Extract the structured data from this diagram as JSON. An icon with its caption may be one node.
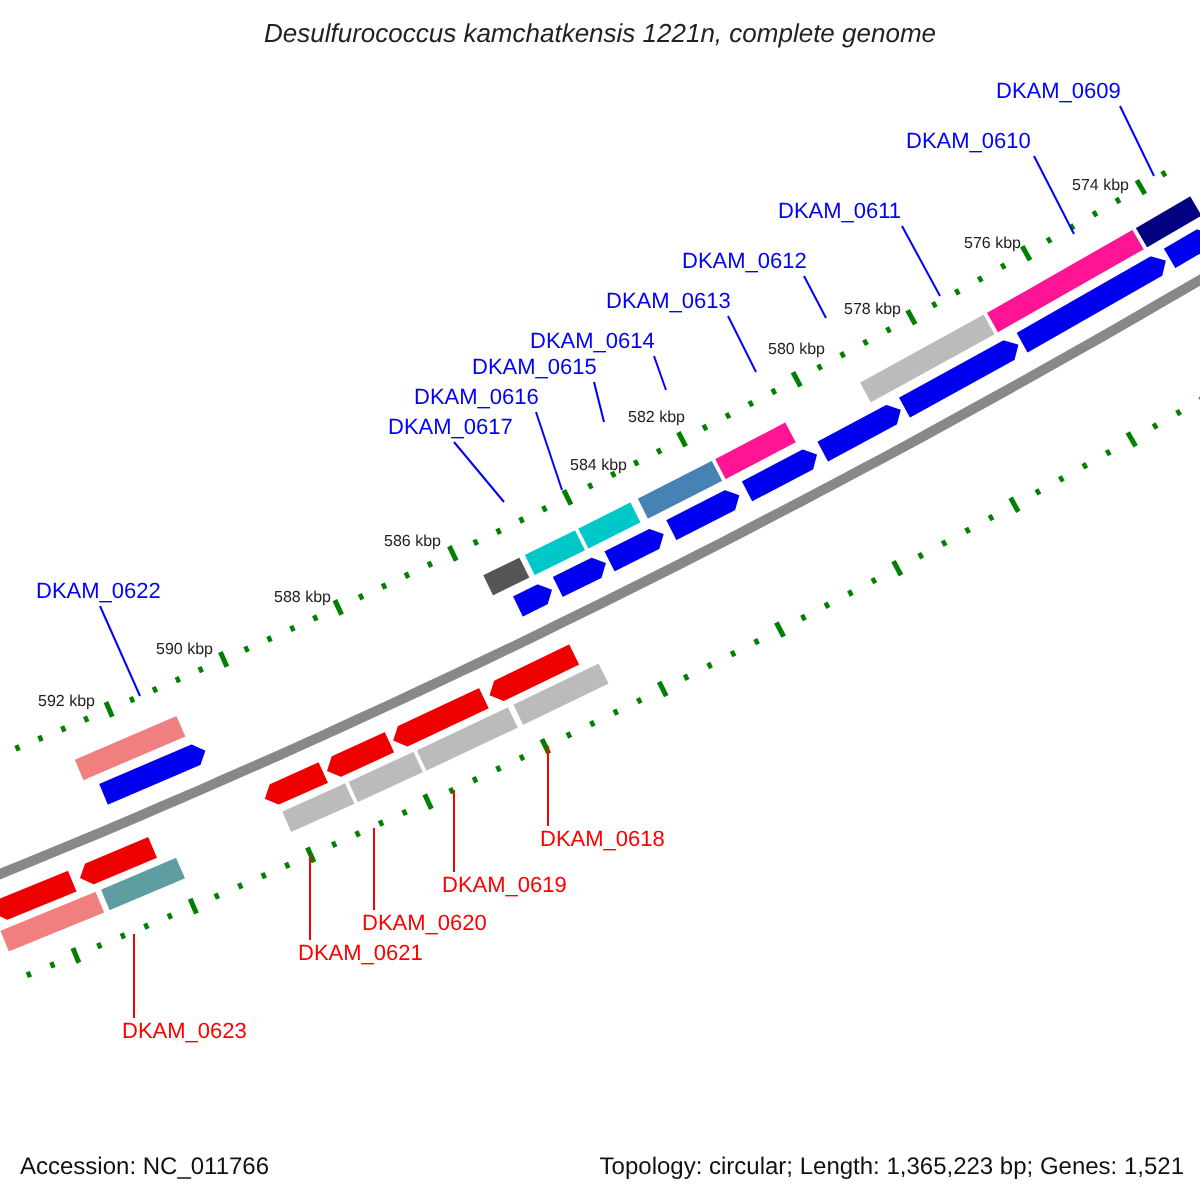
{
  "diagram": {
    "title": "Desulfurococcus kamchatkensis 1221n, complete genome",
    "nodes": [
      {
        "text": [
          "DKAM_0609"
        ]
      },
      {
        "text": [
          "DKAM_0610"
        ]
      },
      {
        "text": [
          "DKAM_0611"
        ]
      },
      {
        "text": [
          "DKAM_0612"
        ]
      },
      {
        "text": [
          "DKAM_0613"
        ]
      },
      {
        "text": [
          "DKAM_0614"
        ]
      },
      {
        "text": [
          "DKAM_0615"
        ]
      },
      {
        "text": [
          "DKAM_0616"
        ]
      },
      {
        "text": [
          "DKAM_0617"
        ]
      },
      {
        "text": [
          "DKAM_0622"
        ]
      },
      {
        "text": [
          "DKAM_0618"
        ]
      },
      {
        "text": [
          "DKAM_0619"
        ]
      },
      {
        "text": [
          "DKAM_0620"
        ]
      },
      {
        "text": [
          "DKAM_0621"
        ]
      },
      {
        "text": [
          "DKAM_0623"
        ]
      }
    ],
    "edges": [
      {
        "from": 0,
        "to": null,
        "arrow": "none"
      },
      {
        "from": 1,
        "to": null,
        "arrow": "none"
      },
      {
        "from": 2,
        "to": null,
        "arrow": "none"
      },
      {
        "from": 3,
        "to": null,
        "arrow": "none"
      },
      {
        "from": 4,
        "to": null,
        "arrow": "none"
      },
      {
        "from": 5,
        "to": null,
        "arrow": "none"
      },
      {
        "from": 6,
        "to": null,
        "arrow": "none"
      },
      {
        "from": 7,
        "to": null,
        "arrow": "none"
      },
      {
        "from": 8,
        "to": null,
        "arrow": "none"
      },
      {
        "from": 9,
        "to": null,
        "arrow": "none"
      },
      {
        "from": 10,
        "to": null,
        "arrow": "none",
        "color": "#ff0000"
      },
      {
        "from": 11,
        "to": null,
        "arrow": "none",
        "color": "#ff0000"
      },
      {
        "from": 12,
        "to": null,
        "arrow": "none",
        "color": "#ff0000"
      },
      {
        "from": 13,
        "to": null,
        "arrow": "none",
        "color": "#ff0000"
      },
      {
        "from": 14,
        "to": null,
        "arrow": "none",
        "color": "#ff0000"
      }
    ],
    "labels": [
      "574 kbp",
      "576 kbp",
      "578 kbp",
      "580 kbp",
      "582 kbp",
      "584 kbp",
      "586 kbp",
      "588 kbp",
      "590 kbp",
      "592 kbp",
      "Accession: NC_011766",
      "Topology: circular; Length: 1,365,223 bp; Genes: 1,521"
    ]
  }
}
